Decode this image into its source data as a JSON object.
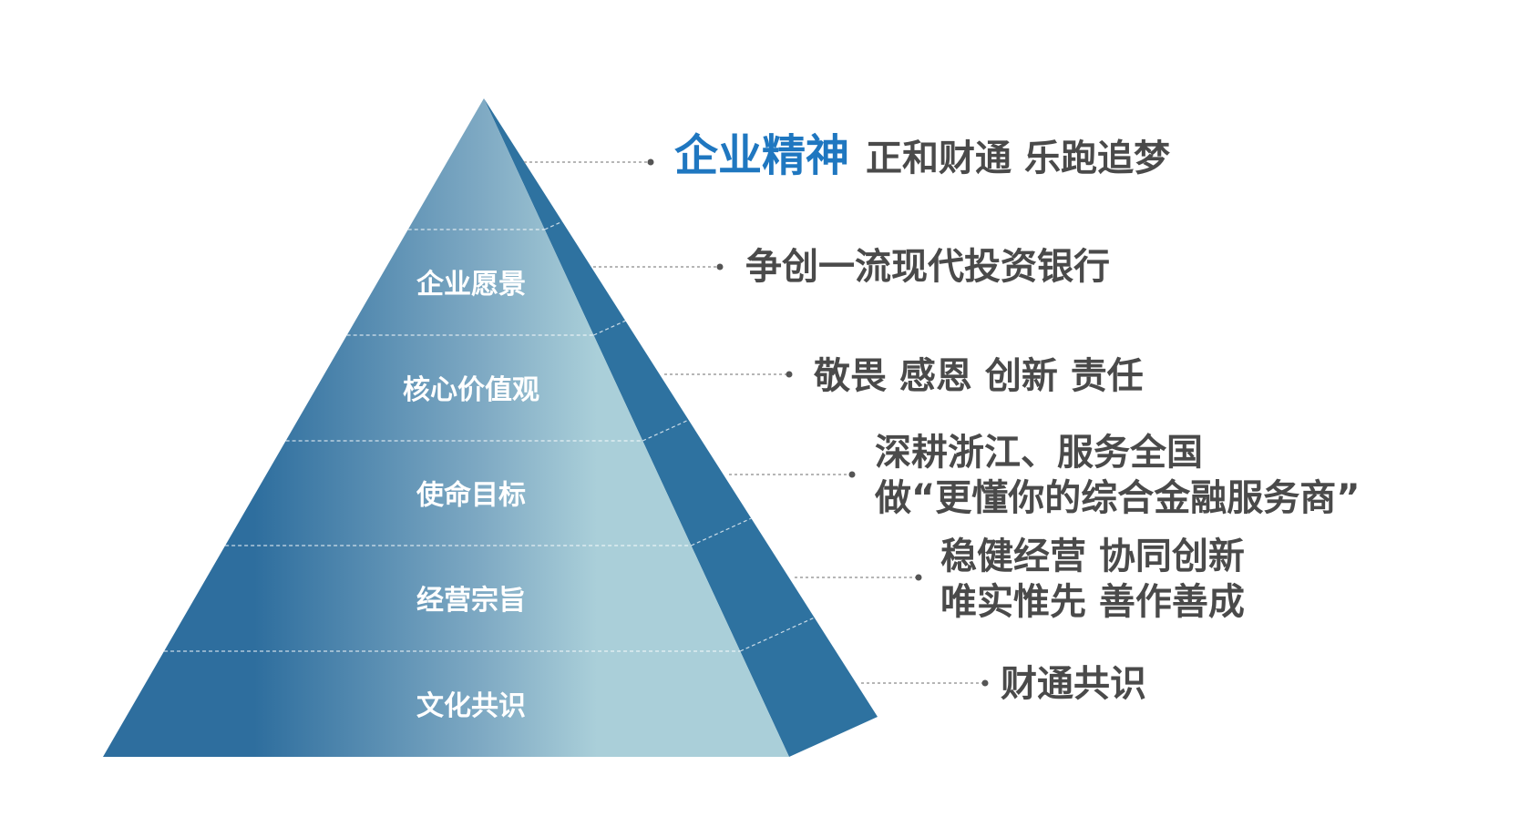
{
  "colors": {
    "front_dark": "#2e6e9e",
    "front_light": "#aacfd9",
    "side": "#2e72a0",
    "text": "#4a4a4a",
    "accent": "#1f77c0",
    "connector": "#8a8a8a"
  },
  "spirit": {
    "label": "企业精神",
    "value": "正和财通 乐跑追梦"
  },
  "tiers": [
    {
      "label": "企业愿景",
      "lines": [
        "争创一流现代投资银行"
      ]
    },
    {
      "label": "核心价值观",
      "lines": [
        "敬畏 感恩 创新 责任"
      ]
    },
    {
      "label": "使命目标",
      "lines": [
        "深耕浙江、服务全国",
        "做“更懂你的综合金融服务商”"
      ]
    },
    {
      "label": "经营宗旨",
      "lines": [
        "稳健经营 协同创新",
        "唯实惟先 善作善成"
      ]
    },
    {
      "label": "文化共识",
      "lines": [
        "财通共识"
      ]
    }
  ]
}
